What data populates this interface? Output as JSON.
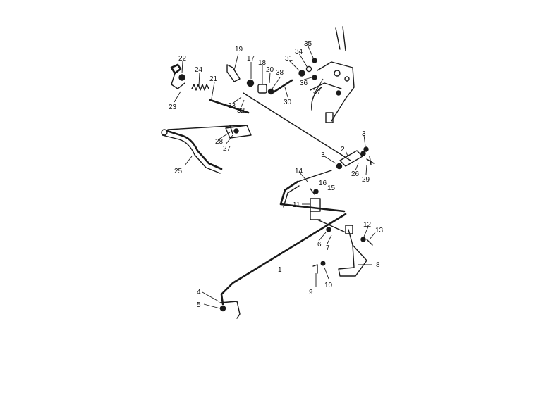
{
  "callouts": [
    {
      "id": "1",
      "text": "1"
    },
    {
      "id": "2",
      "text": "2"
    },
    {
      "id": "3a",
      "text": "3"
    },
    {
      "id": "3b",
      "text": "3"
    },
    {
      "id": "4",
      "text": "4"
    },
    {
      "id": "5",
      "text": "5"
    },
    {
      "id": "6",
      "text": "6"
    },
    {
      "id": "7",
      "text": "7"
    },
    {
      "id": "8",
      "text": "8"
    },
    {
      "id": "9",
      "text": "9"
    },
    {
      "id": "10",
      "text": "10"
    },
    {
      "id": "11",
      "text": "11"
    },
    {
      "id": "12",
      "text": "12"
    },
    {
      "id": "13",
      "text": "13"
    },
    {
      "id": "14",
      "text": "14"
    },
    {
      "id": "15",
      "text": "15"
    },
    {
      "id": "16",
      "text": "16"
    },
    {
      "id": "17",
      "text": "17"
    },
    {
      "id": "18",
      "text": "18"
    },
    {
      "id": "19",
      "text": "19"
    },
    {
      "id": "20",
      "text": "20"
    },
    {
      "id": "21",
      "text": "21"
    },
    {
      "id": "22",
      "text": "22"
    },
    {
      "id": "23",
      "text": "23"
    },
    {
      "id": "24",
      "text": "24"
    },
    {
      "id": "25",
      "text": "25"
    },
    {
      "id": "26",
      "text": "26"
    },
    {
      "id": "27",
      "text": "27"
    },
    {
      "id": "28",
      "text": "28"
    },
    {
      "id": "29",
      "text": "29"
    },
    {
      "id": "30",
      "text": "30"
    },
    {
      "id": "31",
      "text": "31"
    },
    {
      "id": "32",
      "text": "32"
    },
    {
      "id": "33",
      "text": "33"
    },
    {
      "id": "34",
      "text": "34"
    },
    {
      "id": "35",
      "text": "35"
    },
    {
      "id": "36",
      "text": "36"
    },
    {
      "id": "37",
      "text": "37"
    },
    {
      "id": "38",
      "text": "38"
    }
  ]
}
